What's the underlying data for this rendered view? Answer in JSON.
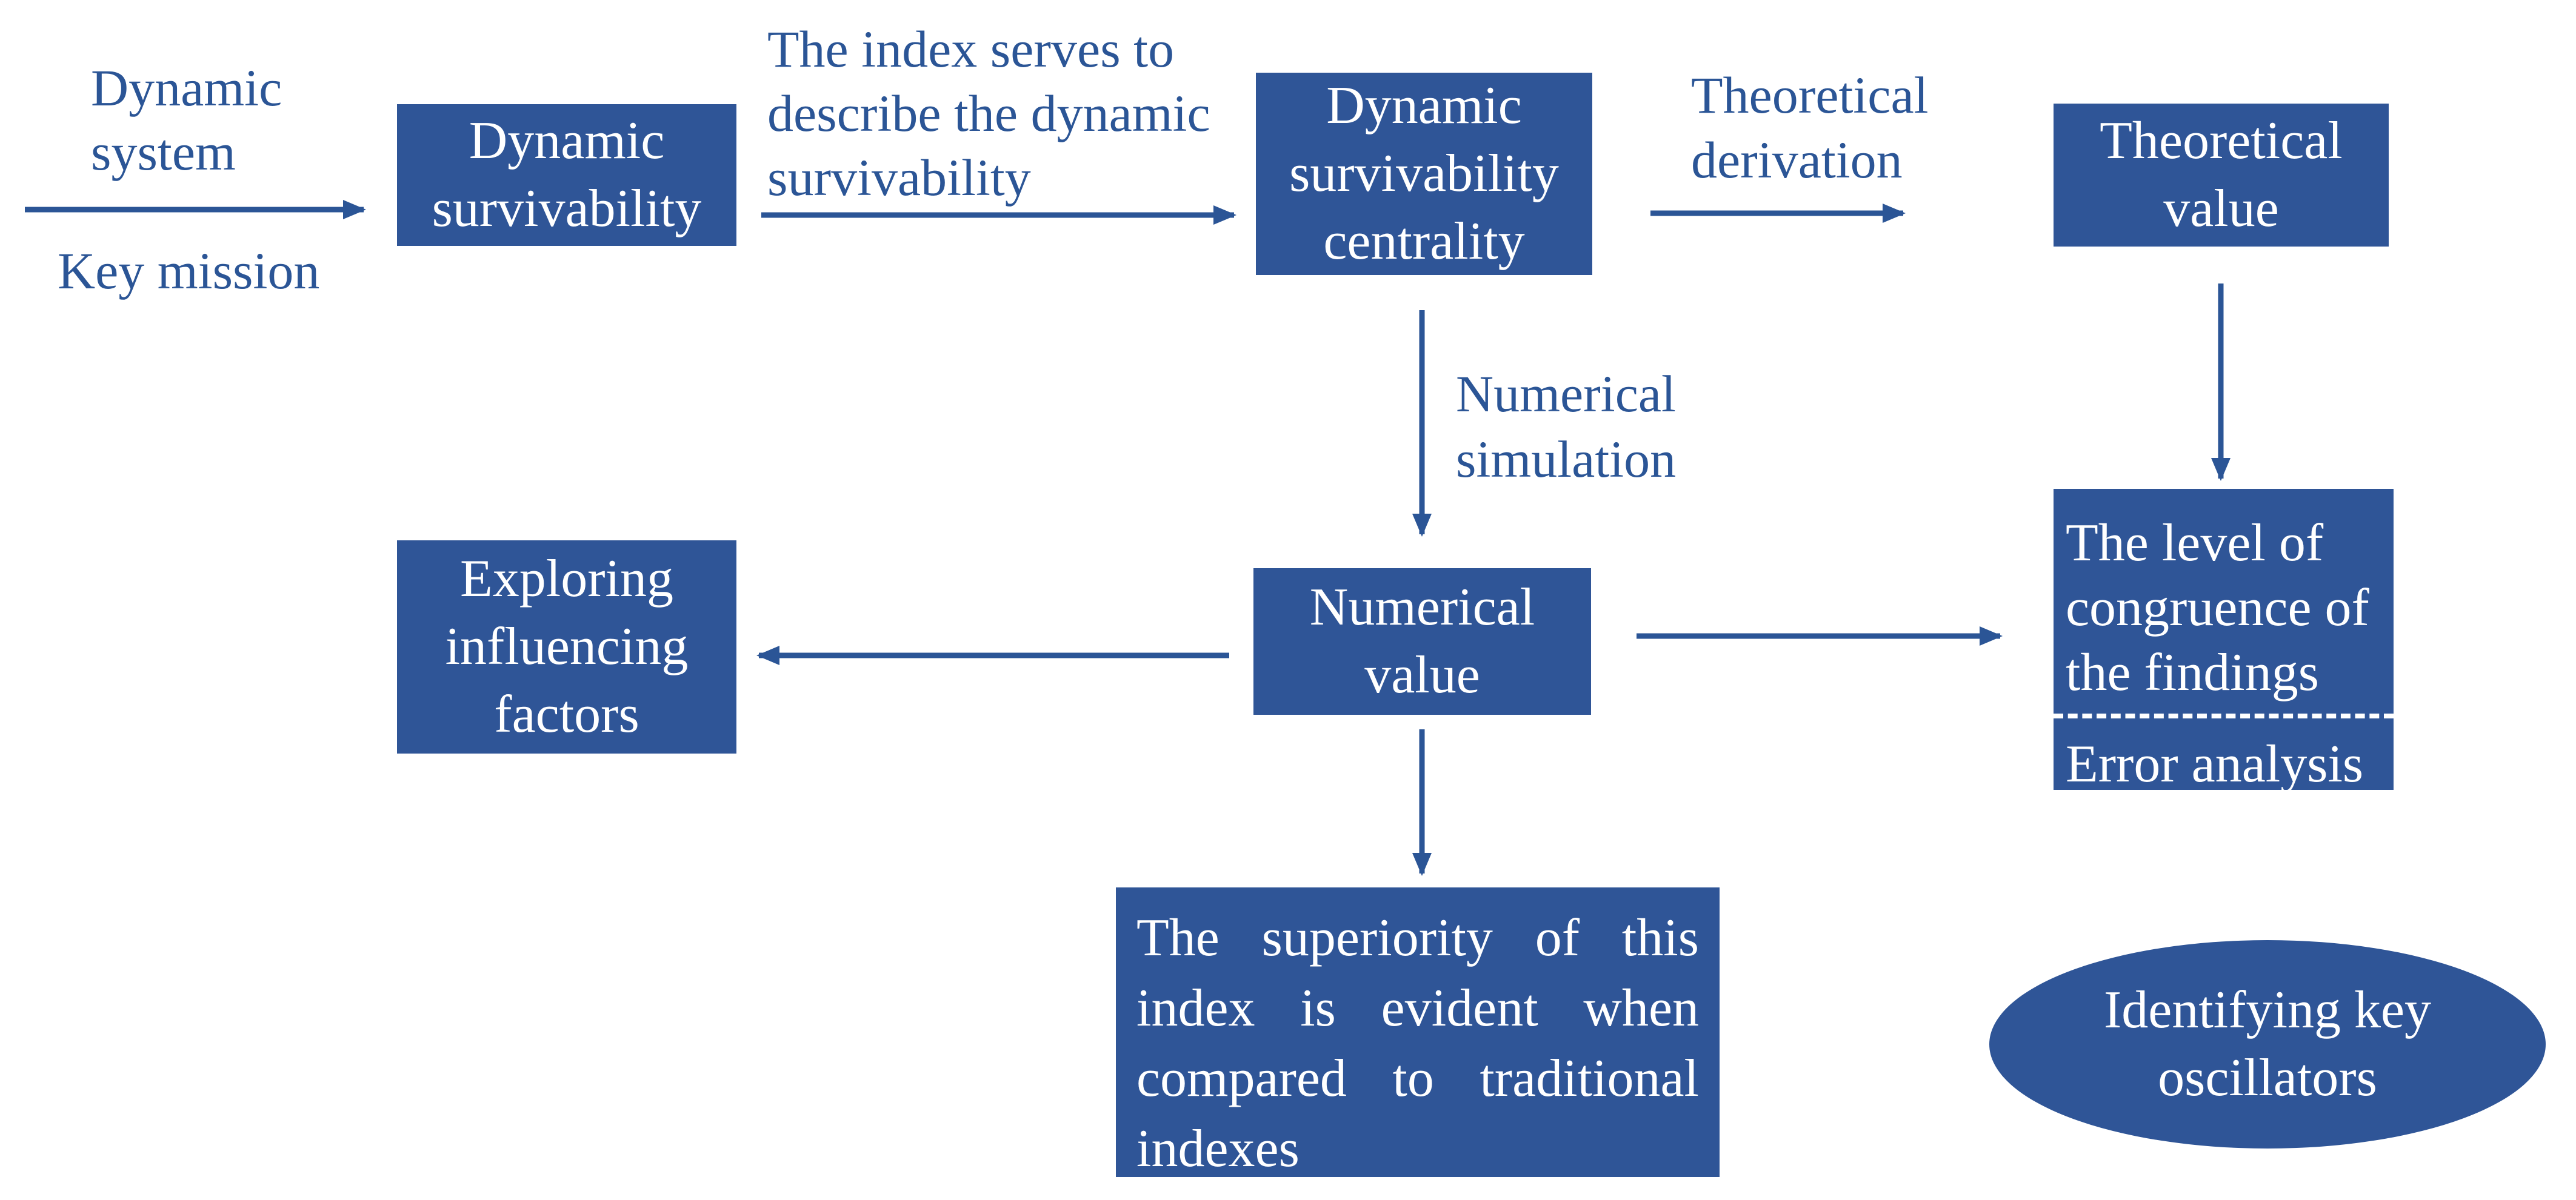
{
  "colors": {
    "box_fill": "#2F5597",
    "ink": "#2B5596",
    "box_text": "#FFFFFF",
    "background": "#FFFFFF"
  },
  "labels": {
    "dynamic_system": {
      "lines": [
        "Dynamic",
        "system"
      ]
    },
    "key_mission": {
      "text": "Key mission"
    },
    "index_serves": {
      "lines": [
        "The index serves to",
        "describe the dynamic",
        "survivability"
      ]
    },
    "theoretical_derivation": {
      "lines": [
        "Theoretical",
        "derivation"
      ]
    },
    "numerical_simulation": {
      "lines": [
        "Numerical",
        "simulation"
      ]
    }
  },
  "nodes": {
    "dynamic_survivability": {
      "lines": [
        "Dynamic",
        "survivability"
      ]
    },
    "dynamic_survivability_centrality": {
      "lines": [
        "Dynamic",
        "survivability",
        "centrality"
      ]
    },
    "theoretical_value": {
      "lines": [
        "Theoretical",
        "value"
      ]
    },
    "exploring_influencing_factors": {
      "lines": [
        "Exploring",
        "influencing",
        "factors"
      ]
    },
    "numerical_value": {
      "lines": [
        "Numerical",
        "value"
      ]
    },
    "congruence": {
      "upper_lines": [
        "The level of",
        "congruence of",
        "the findings"
      ],
      "lower_text": "Error analysis"
    },
    "superiority": {
      "lines": [
        "The superiority of this",
        "index is evident when",
        "compared to traditional",
        "indexes"
      ]
    },
    "identifying_key_oscillators": {
      "lines": [
        "Identifying key",
        "oscillators"
      ]
    }
  }
}
